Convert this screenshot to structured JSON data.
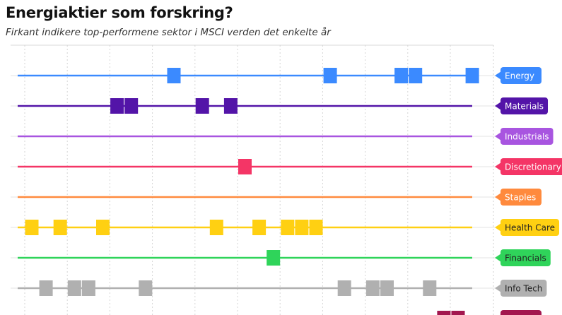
{
  "title": "Energiaktier som forskring?",
  "subtitle": "Firkant indikere top-performene sektor i MSCI verden det enkelte år",
  "chart_data": {
    "type": "scatter",
    "title": "Energiaktier som forskring?",
    "subtitle": "Firkant indikere top-performene sektor i MSCI verden det enkelte år",
    "xlabel": "",
    "ylabel": "",
    "x_unit": "year index (0 = first year shown, 1 step per year)",
    "x_range": [
      0,
      31
    ],
    "grid": {
      "vertical_dotted": true,
      "every_n_years": 3
    },
    "legend_position": "right (callout labels at end of each line)",
    "series": [
      {
        "name": "Energy",
        "color": "#3b8aff",
        "text_color": "#ffffff",
        "top_years": [
          10,
          21,
          26,
          27,
          31
        ]
      },
      {
        "name": "Materials",
        "color": "#5314a8",
        "text_color": "#ffffff",
        "top_years": [
          6,
          7,
          12,
          14
        ]
      },
      {
        "name": "Industrials",
        "color": "#a855e0",
        "text_color": "#ffffff",
        "top_years": []
      },
      {
        "name": "Discretionary",
        "color": "#f43566",
        "text_color": "#ffffff",
        "top_years": [
          15
        ]
      },
      {
        "name": "Staples",
        "color": "#ff8a3d",
        "text_color": "#ffffff",
        "top_years": []
      },
      {
        "name": "Health Care",
        "color": "#ffd012",
        "text_color": "#222222",
        "top_years": [
          0,
          2,
          5,
          13,
          16,
          18,
          19,
          20
        ]
      },
      {
        "name": "Financials",
        "color": "#2fd45a",
        "text_color": "#222222",
        "top_years": [
          17
        ]
      },
      {
        "name": "Info Tech",
        "color": "#b0b0b0",
        "text_color": "#222222",
        "top_years": [
          1,
          3,
          4,
          8,
          22,
          24,
          25,
          28
        ]
      },
      {
        "name": "",
        "color": "#a3174f",
        "text_color": "#ffffff",
        "top_years": [
          29,
          30
        ]
      }
    ]
  }
}
